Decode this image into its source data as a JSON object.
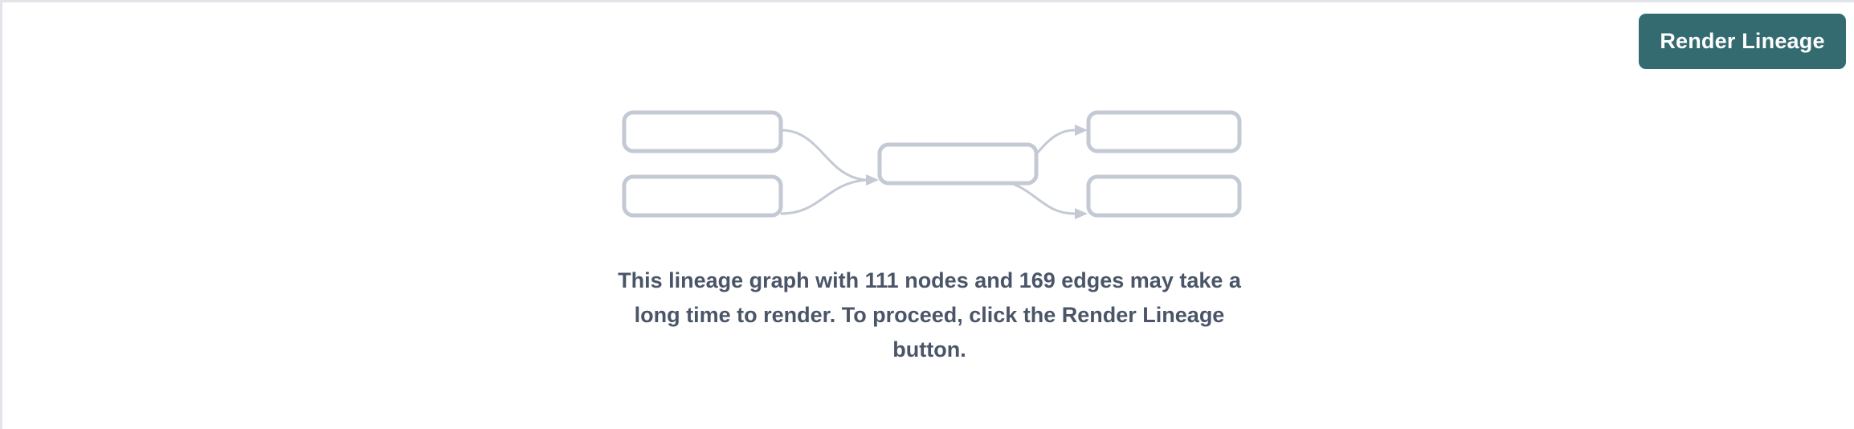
{
  "theme": {
    "page_background": "#ffffff",
    "rule_color": "#e2e4e9",
    "button_background": "#336b70",
    "button_text_color": "#ffffff",
    "message_text_color": "#4a5568",
    "placeholder_node_stroke": "#c4cad4",
    "placeholder_node_fill": "#ffffff"
  },
  "toolbar": {
    "render_lineage_label": "Render Lineage"
  },
  "placeholder_graph": {
    "node_count_shown": 5,
    "edge_count_shown": 4,
    "nodes": [
      {
        "id": "src-1",
        "label": ""
      },
      {
        "id": "src-2",
        "label": ""
      },
      {
        "id": "mid-1",
        "label": ""
      },
      {
        "id": "dst-1",
        "label": ""
      },
      {
        "id": "dst-2",
        "label": ""
      }
    ],
    "edges": [
      {
        "from": "src-1",
        "to": "mid-1"
      },
      {
        "from": "src-2",
        "to": "mid-1"
      },
      {
        "from": "mid-1",
        "to": "dst-1"
      },
      {
        "from": "mid-1",
        "to": "dst-2"
      }
    ]
  },
  "message": {
    "node_count": "111",
    "edge_count": "169",
    "text": "This lineage graph with 111 nodes and 169 edges may take a long time to render. To proceed, click the Render Lineage button."
  }
}
